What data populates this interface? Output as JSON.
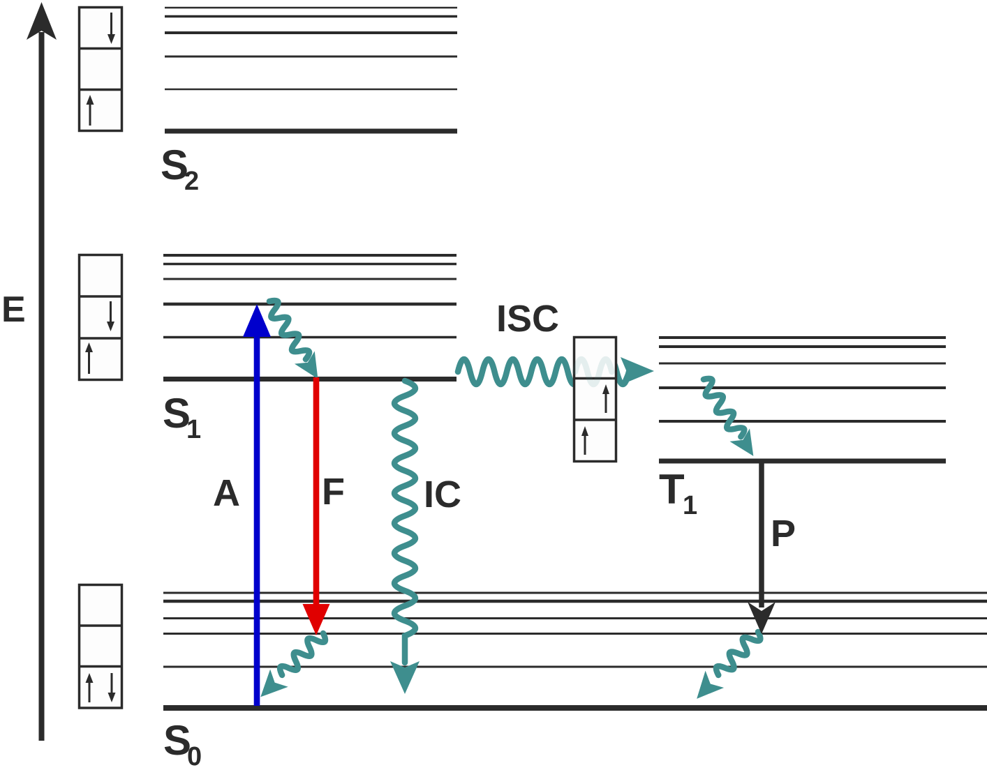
{
  "colors": {
    "ink": "#2B2B2B",
    "absorption": "#0000CC",
    "fluorescence": "#E00000",
    "nonradiative": "#3E8E8E",
    "background": "#FFFFFF"
  },
  "axis": {
    "energy_label": "E"
  },
  "states": {
    "s2": {
      "symbol": "S",
      "subscript": "2"
    },
    "s1": {
      "symbol": "S",
      "subscript": "1"
    },
    "t1": {
      "symbol": "T",
      "subscript": "1"
    },
    "s0": {
      "symbol": "S",
      "subscript": "0"
    }
  },
  "processes": {
    "absorption": {
      "label": "A"
    },
    "fluorescence": {
      "label": "F"
    },
    "internal_conversion": {
      "label": "IC"
    },
    "intersystem_crossing": {
      "label": "ISC"
    },
    "phosphorescence": {
      "label": "P"
    }
  },
  "spin_boxes": {
    "s2": {
      "cells": [
        "spin-down",
        "empty",
        "spin-up"
      ]
    },
    "s1": {
      "cells": [
        "empty",
        "spin-down",
        "spin-up"
      ]
    },
    "t1": {
      "cells": [
        "empty",
        "spin-up",
        "spin-up"
      ]
    },
    "s0": {
      "cells": [
        "empty",
        "empty",
        "spin-up-spin-down"
      ]
    }
  }
}
